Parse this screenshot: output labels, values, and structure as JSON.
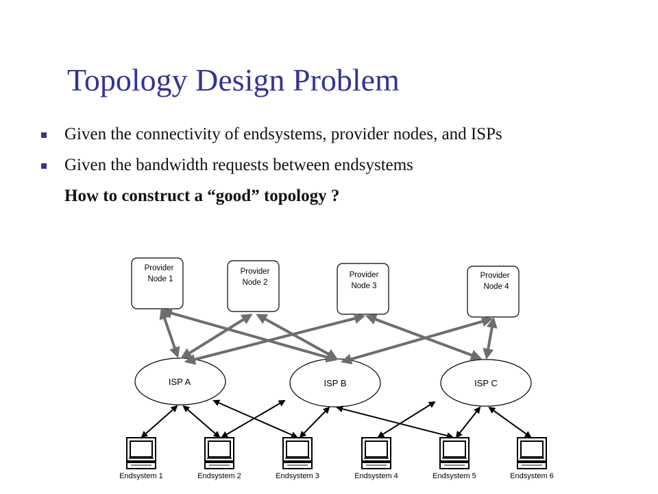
{
  "slide": {
    "title": "Topology Design Problem",
    "bullets": [
      "Given the connectivity of endsystems, provider nodes, and ISPs",
      "Given the bandwidth requests between endsystems"
    ],
    "question": "How to construct a “good” topology ?"
  },
  "diagram": {
    "providers": [
      {
        "line1": "Provider",
        "line2": "Node 1"
      },
      {
        "line1": "Provider",
        "line2": "Node 2"
      },
      {
        "line1": "Provider",
        "line2": "Node 3"
      },
      {
        "line1": "Provider",
        "line2": "Node 4"
      }
    ],
    "isps": [
      "ISP A",
      "ISP B",
      "ISP C"
    ],
    "endsystems": [
      "Endsystem 1",
      "Endsystem 2",
      "Endsystem 3",
      "Endsystem 4",
      "Endsystem 5",
      "Endsystem 6"
    ],
    "colors": {
      "title": "#33339a",
      "provider_isp_links": "#6d6d6d",
      "isp_endsystem_links": "#000000"
    }
  }
}
